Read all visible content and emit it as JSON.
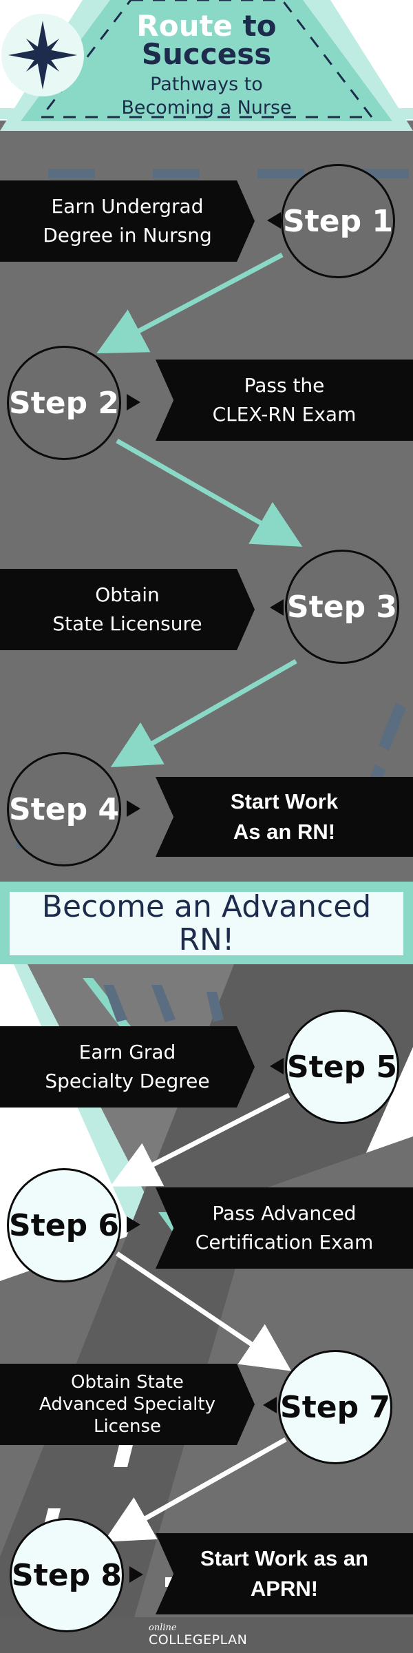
{
  "header": {
    "title_route": "Route",
    "title_to": "to",
    "title_success": "Success",
    "subtitle_line1": "Pathways to",
    "subtitle_line2": "Becoming a Nurse"
  },
  "compass_icon": "compass-rose-icon",
  "steps": [
    {
      "badge": "Step 1",
      "line1": "Earn Undergrad",
      "line2": "Degree in Nursng",
      "line3": ""
    },
    {
      "badge": "Step 2",
      "line1": "Pass the",
      "line2": "CLEX-RN Exam",
      "line3": ""
    },
    {
      "badge": "Step 3",
      "line1": "Obtain",
      "line2": "State Licensure",
      "line3": ""
    },
    {
      "badge": "Step 4",
      "line1": "Start Work",
      "line2": "As an RN!",
      "line3": ""
    },
    {
      "badge": "Step 5",
      "line1": "Earn Grad",
      "line2": "Specialty Degree",
      "line3": ""
    },
    {
      "badge": "Step 6",
      "line1": "Pass Advanced",
      "line2": "Certification Exam",
      "line3": ""
    },
    {
      "badge": "Step 7",
      "line1": "Obtain State",
      "line2": "Advanced Specialty",
      "line3": "License"
    },
    {
      "badge": "Step 8",
      "line1": "Start Work as an",
      "line2": "APRN!",
      "line3": ""
    }
  ],
  "advanced_banner": {
    "line1": "Become an Advanced",
    "line2": "RN!"
  },
  "logo": {
    "small": "online",
    "big": "COLLEGEPLAN"
  },
  "colors": {
    "mint": "#8ad8c6",
    "navy": "#1d2c4c",
    "road": "#6f6f6f",
    "black": "#0b0b0b",
    "light": "#effcfb"
  }
}
